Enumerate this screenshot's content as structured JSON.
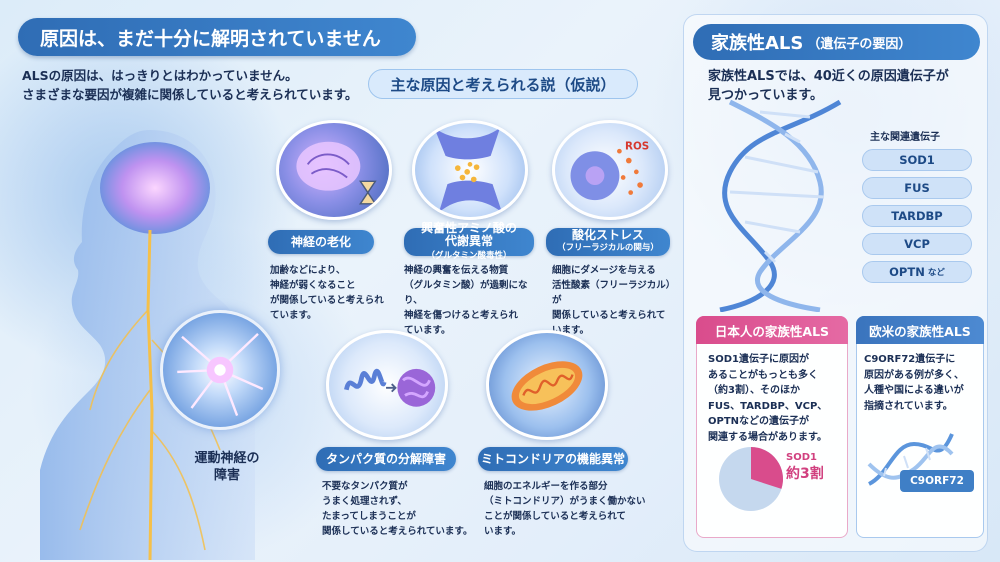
{
  "header": {
    "title": "原因は、まだ十分に解明されていません",
    "intro_line1": "ALSの原因は、はっきりとはわかっていません。",
    "intro_line2": "さまざまな要因が複雑に関係していると考えられています。",
    "hypotheses_title": "主な原因と考えられる説（仮説）"
  },
  "figure": {
    "motor_label_line1": "運動神経の",
    "motor_label_line2": "障害"
  },
  "causes": [
    {
      "title": "神経の老化",
      "desc": [
        "加齢などにより、",
        "神経が弱くなること",
        "が関係していると考えられ",
        "ています。"
      ]
    },
    {
      "title_line1": "興奮性アミノ酸の",
      "title_line2": "代謝異常",
      "title_small": "（グルタミン酸毒性）",
      "desc": [
        "神経の興奮を伝える物質",
        "（グルタミン酸）が過剰になり、",
        "神経を傷つけると考えられ",
        "ています。"
      ]
    },
    {
      "title_line1": "酸化ストレス",
      "title_small": "（フリーラジカルの関与）",
      "image_label": "ROS",
      "desc": [
        "細胞にダメージを与える",
        "活性酸素（フリーラジカル）が",
        "関係していると考えられて",
        "います。"
      ]
    },
    {
      "title": "タンパク質の分解障害",
      "desc": [
        "不要なタンパク質が",
        "うまく処理されず、",
        "たまってしまうことが",
        "関係していると考えられています。"
      ]
    },
    {
      "title": "ミトコンドリアの機能異常",
      "desc": [
        "細胞のエネルギーを作る部分",
        "（ミトコンドリア）がうまく働かない",
        "ことが関係していると考えられて",
        "います。"
      ]
    }
  ],
  "familial": {
    "title": "家族性ALS",
    "title_paren": "（遺伝子の要因）",
    "intro_line1": "家族性ALSでは、40近くの原因遺伝子が",
    "intro_line2": "見つかっています。",
    "genes_label": "主な関連遺伝子",
    "genes": [
      "SOD1",
      "FUS",
      "TARDBP",
      "VCP",
      "OPTN"
    ],
    "genes_suffix": "など"
  },
  "japan": {
    "title": "日本人の家族性ALS",
    "text": [
      "SOD1遺伝子に原因が",
      "あることがもっとも多く",
      "（約3割）、そのほか",
      "FUS、TARDBP、VCP、",
      "OPTNなどの遺伝子が",
      "関連する場合があります。"
    ],
    "pie_label_gene": "SOD1",
    "pie_label_share": "約3割",
    "pie_share": 0.3,
    "pie_color_main": "#d94c8c",
    "pie_color_rest": "#c5d8ee"
  },
  "western": {
    "title": "欧米の家族性ALS",
    "text": [
      "C9ORF72遺伝子に",
      "原因がある例が多く、",
      "人種や国による違いが",
      "指摘されています。"
    ],
    "tag": "C9ORF72"
  }
}
